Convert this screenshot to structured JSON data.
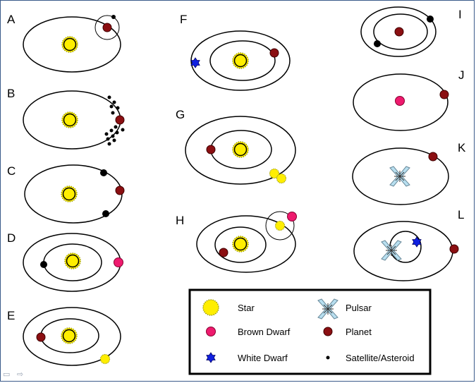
{
  "panels": [
    "A",
    "B",
    "C",
    "D",
    "E",
    "F",
    "G",
    "H",
    "I",
    "J",
    "K",
    "L"
  ],
  "legend": {
    "star": "Star",
    "brown_dwarf": "Brown Dwarf",
    "white_dwarf": "White Dwarf",
    "pulsar": "Pulsar",
    "planet": "Planet",
    "satellite": "Satellite/Asteroid"
  },
  "nav": {
    "prev_icon": "▭",
    "next_icon": "⇨"
  },
  "colors": {
    "star": "#ffee00",
    "brown_dwarf": "#ee1a6e",
    "white_dwarf": "#1020e0",
    "pulsar": "#b8dff0",
    "planet": "#8b0f12",
    "satellite": "#000000"
  }
}
